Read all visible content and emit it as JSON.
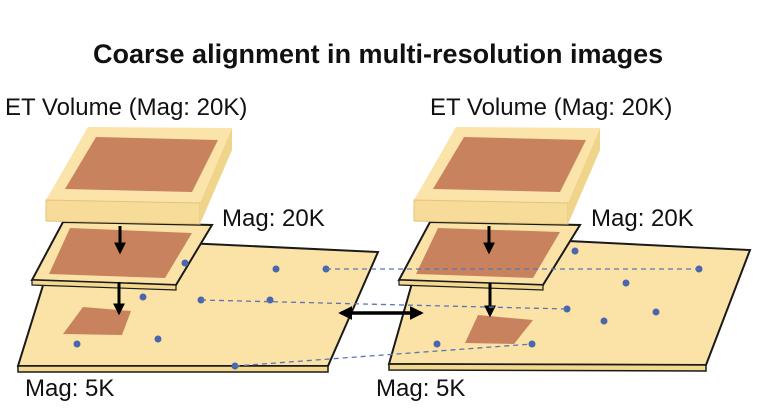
{
  "title": "Coarse alignment in multi-resolution images",
  "left_panel": {
    "volume_label": "ET Volume (Mag: 20K)",
    "mid_label": "Mag: 20K",
    "bottom_label": "Mag: 5K"
  },
  "right_panel": {
    "volume_label": "ET Volume (Mag: 20K)",
    "mid_label": "Mag: 20K",
    "bottom_label": "Mag: 5K"
  },
  "colors": {
    "plate_fill": "#fbe3a7",
    "plate_side": "#f3d98e",
    "plate_stroke": "#1a1a1a",
    "box_top": "#fbe4a9",
    "box_side": "#f0d48a",
    "box_front": "#f6dc98",
    "inner_square": "#c9825e",
    "dot": "#4a67ad",
    "dashed_line": "#5b74b3",
    "arrow": "#000000"
  }
}
